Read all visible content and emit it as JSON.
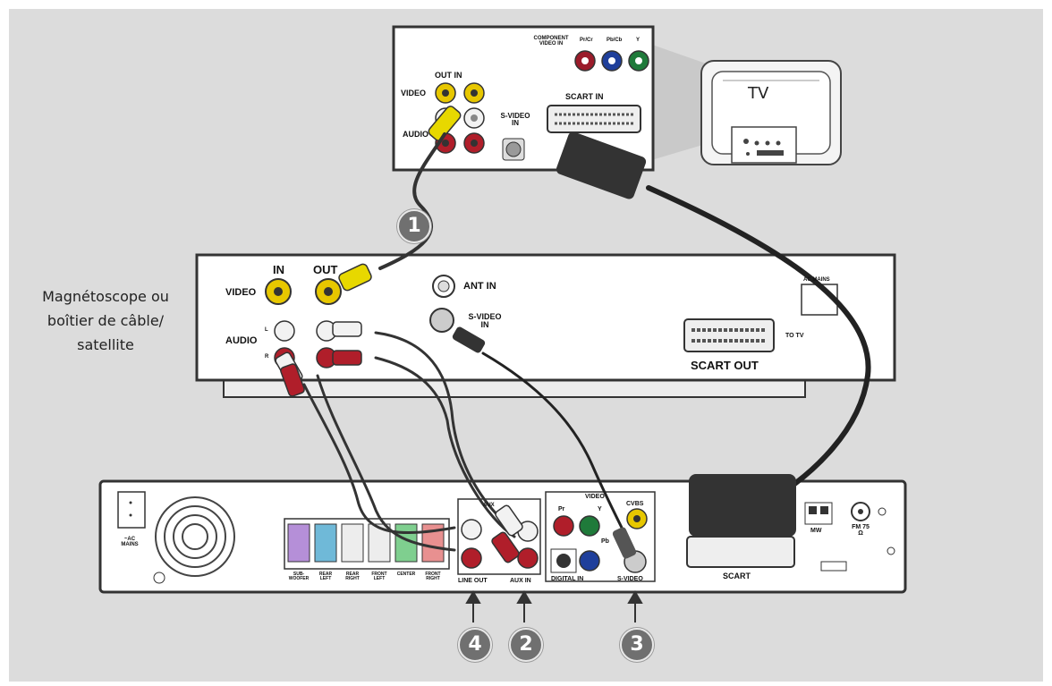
{
  "tv": {
    "label": "TV"
  },
  "tv_panel": {
    "component_video_in": "COMPONENT VIDEO IN",
    "pr_cr": "Pr/Cr",
    "pb_cb": "Pb/Cb",
    "y": "Y",
    "out_in": "OUT IN",
    "video": "VIDEO",
    "audio": "AUDIO",
    "svideo_in": "S-VIDEO IN",
    "scart_in": "SCART IN"
  },
  "vcr": {
    "caption": "Magnétoscope ou boîtier de câble/ satellite",
    "in": "IN",
    "out": "OUT",
    "video": "VIDEO",
    "audio": "AUDIO",
    "l": "L",
    "r": "R",
    "ant_in": "ANT IN",
    "svideo_in": "S-VIDEO IN",
    "ac_mains": "AC MAINS",
    "to_tv": "TO TV",
    "scart_out": "SCART OUT"
  },
  "dvd": {
    "ac_mains": "~AC MAINS",
    "speakers": [
      "SUB-WOOFER",
      "REAR LEFT",
      "REAR RIGHT",
      "FRONT LEFT",
      "CENTER",
      "FRONT RIGHT"
    ],
    "aux": "AUX",
    "line_out": "LINE OUT",
    "aux_in": "AUX IN",
    "video": "VIDEO",
    "pr": "Pr",
    "y": "Y",
    "pb": "Pb",
    "cvbs": "CVBS",
    "digital_in": "DIGITAL IN",
    "svideo": "S-VIDEO",
    "scart": "SCART",
    "mw": "MW",
    "fm": "FM 75 Ω"
  },
  "steps": [
    "1",
    "4",
    "2",
    "3"
  ]
}
